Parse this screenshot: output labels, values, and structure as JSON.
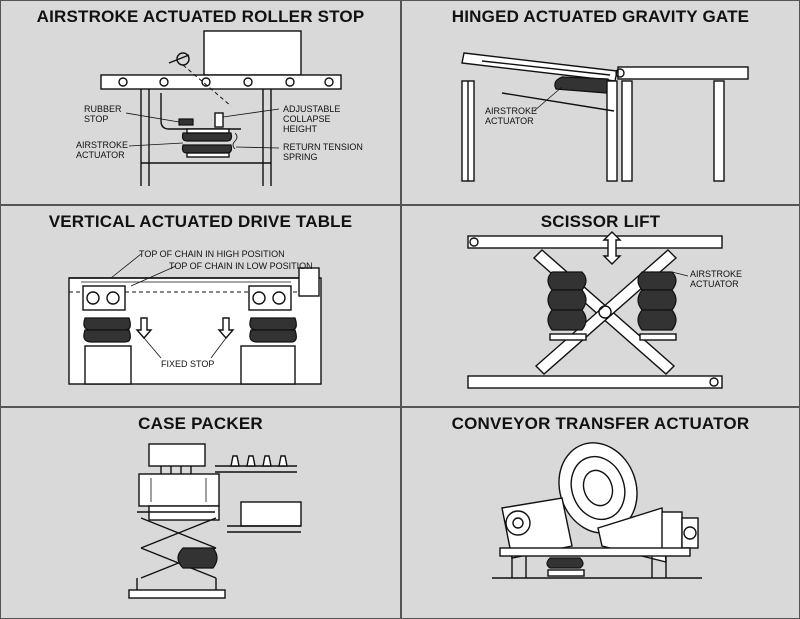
{
  "panels": {
    "roller_stop": {
      "title": "AIRSTROKE ACTUATED ROLLER STOP",
      "labels": {
        "rubber_stop": "RUBBER\nSTOP",
        "airstroke_actuator": "AIRSTROKE\nACTUATOR",
        "adjustable_collapse_height": "ADJUSTABLE\nCOLLAPSE\nHEIGHT",
        "return_tension_spring": "RETURN TENSION\nSPRING"
      }
    },
    "gravity_gate": {
      "title": "HINGED ACTUATED GRAVITY GATE",
      "labels": {
        "airstroke_actuator": "AIRSTROKE\nACTUATOR"
      }
    },
    "drive_table": {
      "title": "VERTICAL ACTUATED DRIVE TABLE",
      "labels": {
        "top_chain_high": "TOP OF CHAIN IN HIGH POSITION",
        "top_chain_low": "TOP OF CHAIN IN LOW POSITION",
        "fixed_stop": "FIXED STOP"
      }
    },
    "scissor_lift": {
      "title": "SCISSOR LIFT",
      "labels": {
        "airstroke_actuator": "AIRSTROKE\nACTUATOR"
      }
    },
    "case_packer": {
      "title": "CASE PACKER"
    },
    "transfer_actuator": {
      "title": "CONVEYOR TRANSFER ACTUATOR"
    }
  }
}
